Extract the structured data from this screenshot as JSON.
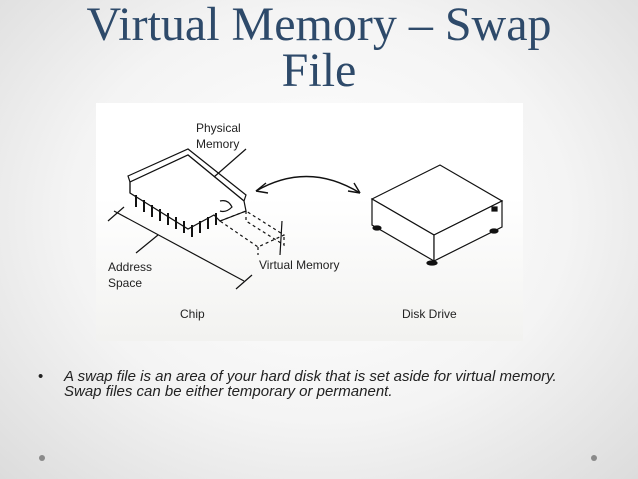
{
  "slide": {
    "title_line1": "Virtual Memory – Swap",
    "title_line2": "File"
  },
  "diagram": {
    "physical_memory_line1": "Physical",
    "physical_memory_line2": "Memory",
    "address_space_line1": "Address",
    "address_space_line2": "Space",
    "virtual_memory": "Virtual Memory",
    "chip": "Chip",
    "disk_drive": "Disk Drive"
  },
  "bullets": [
    {
      "marker": "•",
      "text": "A swap file is an area of your hard disk that is set aside for virtual memory. Swap files can be either temporary or permanent."
    }
  ]
}
